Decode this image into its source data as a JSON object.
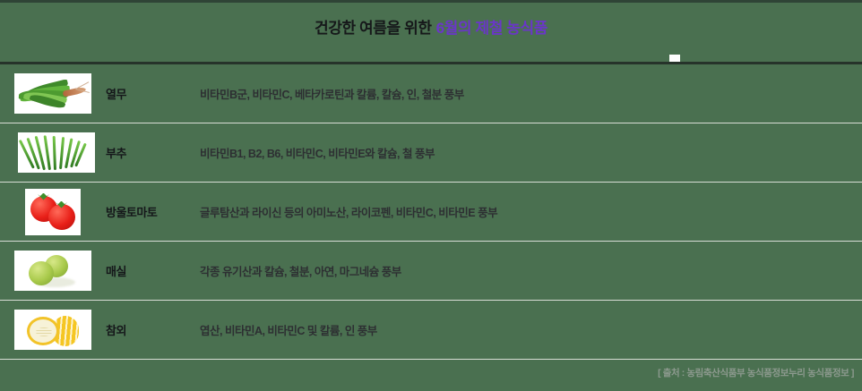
{
  "title": {
    "main": "건강한 여름을 위한",
    "accent": "6월의 제철 농식품"
  },
  "colors": {
    "background": "#4a7050",
    "accent": "#6a36c8",
    "title_text": "#16181a",
    "row_text": "#2d2f32",
    "divider": "#d8ddd6",
    "header_rule": "#26332a",
    "footer_text": "#8d9a8f"
  },
  "table": {
    "rows": [
      {
        "image": "yeolmu-thumbnail",
        "name": "열무",
        "description": "비타민B군, 비타민C, 베타카로틴과 칼륨, 칼슘, 인, 철분 풍부"
      },
      {
        "image": "buchu-thumbnail",
        "name": "부추",
        "description": "비타민B1, B2, B6, 비타민C, 비타민E와 칼슘, 철 풍부"
      },
      {
        "image": "bangul-tomato-thumbnail",
        "name": "방울토마토",
        "description": "글루탐산과 라이신 등의 아미노산, 라이코펜, 비타민C, 비타민E 풍부"
      },
      {
        "image": "maesil-thumbnail",
        "name": "매실",
        "description": "각종 유기산과 칼슘, 철분, 아연, 마그네슘 풍부"
      },
      {
        "image": "chamoe-thumbnail",
        "name": "참외",
        "description": "엽산, 비타민A, 비타민C 및 칼륨, 인 풍부"
      }
    ]
  },
  "footer": {
    "source": "[ 출처 : 농림축산식품부 농식품정보누리 농식품정보 ]"
  }
}
